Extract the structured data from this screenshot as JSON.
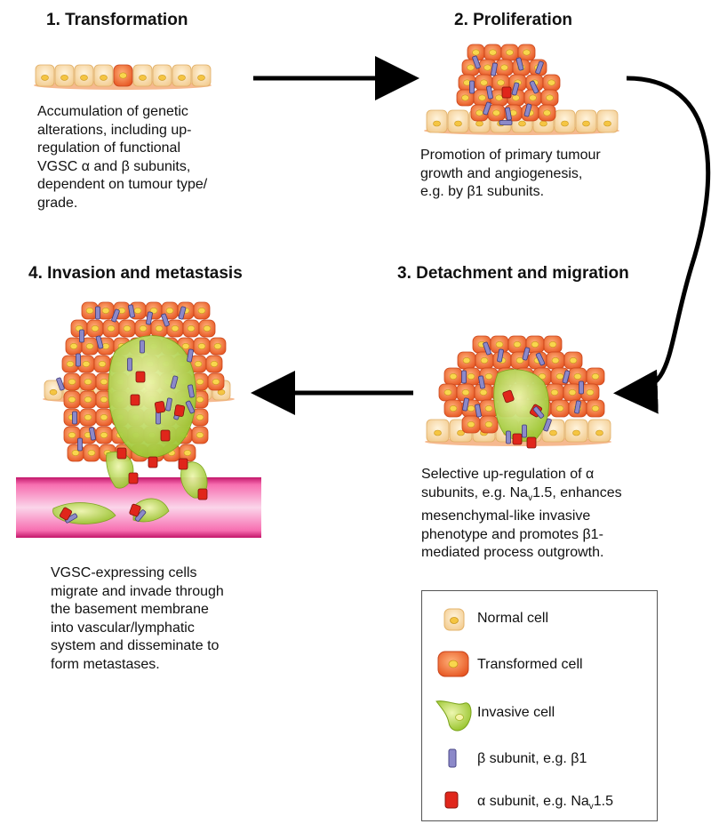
{
  "steps": [
    {
      "title": "1. Transformation",
      "lines": [
        "Accumulation of genetic",
        "alterations, including up-",
        "regulation of functional",
        "VGSC α and β subunits,",
        "dependent on tumour type/",
        "grade."
      ]
    },
    {
      "title": "2. Proliferation",
      "lines": [
        "Promotion of primary tumour",
        "growth and angiogenesis,",
        "e.g. by β1 subunits."
      ]
    },
    {
      "title": "3. Detachment and migration",
      "lines": [
        "Selective up-regulation of α",
        "subunits, e.g. Na",
        "v",
        "1.5, enhances",
        "mesenchymal-like invasive",
        "phenotype and promotes β1-",
        "mediated process outgrowth."
      ]
    },
    {
      "title": "4. Invasion and metastasis",
      "lines": [
        "VGSC-expressing cells",
        "migrate and invade through",
        "the basement membrane",
        "into vascular/lymphatic",
        "system and disseminate to",
        "form metastases."
      ]
    }
  ],
  "legend": [
    {
      "icon": "normal-cell-icon",
      "label": "Normal cell"
    },
    {
      "icon": "transformed-cell-icon",
      "label": "Transformed cell"
    },
    {
      "icon": "invasive-cell-icon",
      "label": "Invasive cell"
    },
    {
      "icon": "beta-subunit-icon",
      "label": "β subunit, e.g. β1"
    },
    {
      "icon": "alpha-subunit-icon",
      "label_prefix": "α subunit, e.g. Na",
      "label_sub": "v",
      "label_suffix": "1.5"
    }
  ],
  "colors": {
    "normal_cell": "#fbe3b8",
    "transformed_cell": "#f26a2a",
    "invasive_cell": "#a6cf2e",
    "beta_subunit": "#8c89c9",
    "alpha_subunit": "#e0261b",
    "vessel": "#e0287f",
    "arrow": "#000000"
  }
}
